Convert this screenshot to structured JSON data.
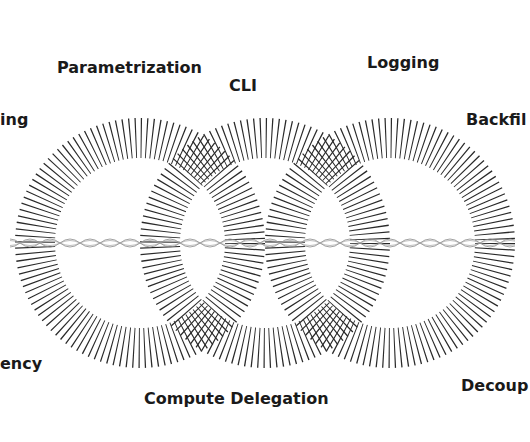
{
  "diagram": {
    "labels": [
      "Parametrization",
      "Logging",
      "CLI",
      "ing",
      "Backfil",
      "ency",
      "Decoup",
      "Compute Delegation"
    ]
  }
}
